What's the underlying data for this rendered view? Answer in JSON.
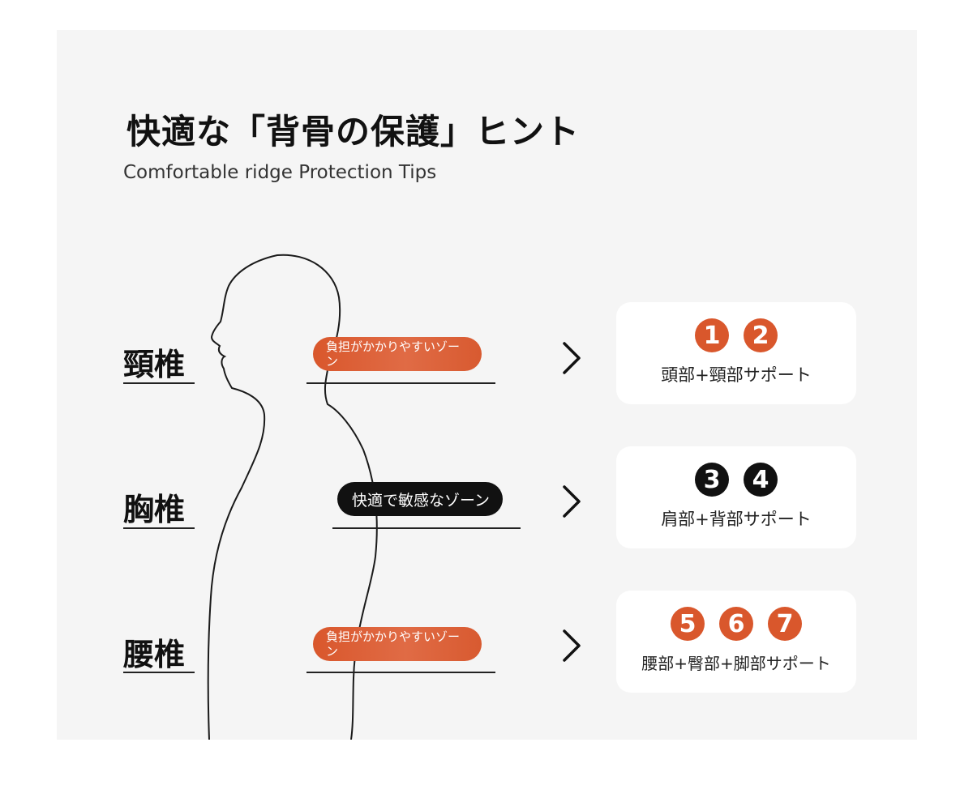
{
  "header": {
    "title": "快適な「背骨の保護」ヒント",
    "subtitle": "Comfortable ridge Protection Tips"
  },
  "colors": {
    "accent_orange": "#d9572c",
    "dark": "#111111",
    "panel_background": "#f5f5f5",
    "card_background": "#ffffff"
  },
  "rows": [
    {
      "region": "頸椎",
      "zone_text": "負担がかかりやすいゾーン",
      "zone_style": "orange",
      "badges": [
        "1",
        "2"
      ],
      "badge_style": "orange",
      "support": "頭部+頸部サポート"
    },
    {
      "region": "胸椎",
      "zone_text": "快適で敏感なゾーン",
      "zone_style": "black",
      "badges": [
        "3",
        "4"
      ],
      "badge_style": "black",
      "support": "肩部+背部サポート"
    },
    {
      "region": "腰椎",
      "zone_text": "負担がかかりやすいゾーン",
      "zone_style": "orange",
      "badges": [
        "5",
        "6",
        "7"
      ],
      "badge_style": "orange",
      "support": "腰部+臀部+脚部サポート"
    }
  ],
  "icons": {
    "arrow": "chevron-right-icon",
    "figure": "human-profile-outline"
  }
}
